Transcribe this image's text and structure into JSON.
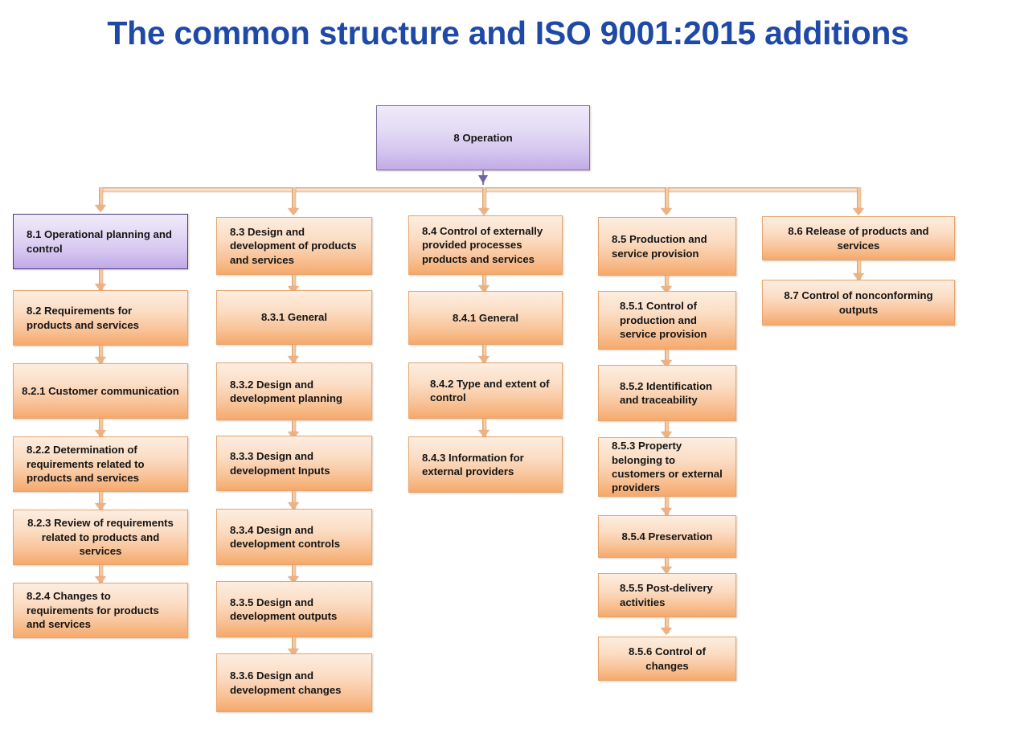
{
  "title": "The common structure and ISO 9001:2015 additions",
  "theme": {
    "title_color": "#1F49A6",
    "box_orange_top": "#FDEDE0",
    "box_orange_bottom": "#F5A96B",
    "box_orange_border": "#E8A56C",
    "box_purple_top": "#F0EBFA",
    "box_purple_bottom": "#C0A9E6",
    "box_purple_border": "#4B3B7A",
    "connector_color": "#EDB183",
    "connector_purple": "#8E82BE"
  },
  "root": {
    "label": "8 Operation"
  },
  "columns": [
    {
      "id": "col-1",
      "nodes": [
        {
          "id": "8.1",
          "label": "8.1 Operational planning and control",
          "style": "purple",
          "align": "left",
          "indent": "indent-sm"
        },
        {
          "id": "8.2",
          "label": "8.2 Requirements for products and services",
          "style": "orange",
          "align": "left",
          "indent": "indent-sm"
        },
        {
          "id": "8.2.1",
          "label": "8.2.1 Customer communication",
          "style": "orange",
          "align": "center",
          "indent": ""
        },
        {
          "id": "8.2.2",
          "label": "8.2.2 Determination of requirements related to products and services",
          "style": "orange",
          "align": "left",
          "indent": "indent-sm"
        },
        {
          "id": "8.2.3",
          "label": "8.2.3 Review of requirements related to products and services",
          "style": "orange",
          "align": "center",
          "indent": ""
        },
        {
          "id": "8.2.4",
          "label": "8.2.4 Changes to requirements for products and services",
          "style": "orange",
          "align": "left",
          "indent": "indent-sm"
        }
      ]
    },
    {
      "id": "col-2",
      "nodes": [
        {
          "id": "8.3",
          "label": "8.3 Design and development of products and services",
          "style": "orange",
          "align": "left",
          "indent": "indent-sm"
        },
        {
          "id": "8.3.1",
          "label": "8.3.1 General",
          "style": "orange",
          "align": "center",
          "indent": ""
        },
        {
          "id": "8.3.2",
          "label": "8.3.2 Design and development planning",
          "style": "orange",
          "align": "left",
          "indent": "indent-sm"
        },
        {
          "id": "8.3.3",
          "label": "8.3.3 Design and development Inputs",
          "style": "orange",
          "align": "left",
          "indent": "indent-sm"
        },
        {
          "id": "8.3.4",
          "label": "8.3.4 Design and development controls",
          "style": "orange",
          "align": "left",
          "indent": "indent-sm"
        },
        {
          "id": "8.3.5",
          "label": "8.3.5 Design and development outputs",
          "style": "orange",
          "align": "left",
          "indent": "indent-sm"
        },
        {
          "id": "8.3.6",
          "label": "8.3.6 Design and development changes",
          "style": "orange",
          "align": "left",
          "indent": "indent-sm"
        }
      ]
    },
    {
      "id": "col-3",
      "nodes": [
        {
          "id": "8.4",
          "label": "8.4 Control of externally provided processes products and services",
          "style": "orange",
          "align": "left",
          "indent": "indent-sm"
        },
        {
          "id": "8.4.1",
          "label": "8.4.1 General",
          "style": "orange",
          "align": "center",
          "indent": ""
        },
        {
          "id": "8.4.2",
          "label": "8.4.2 Type and extent of control",
          "style": "orange",
          "align": "left",
          "indent": "indent"
        },
        {
          "id": "8.4.3",
          "label": "8.4.3 Information for external providers",
          "style": "orange",
          "align": "left",
          "indent": "indent-sm"
        }
      ]
    },
    {
      "id": "col-4",
      "nodes": [
        {
          "id": "8.5",
          "label": "8.5 Production and service provision",
          "style": "orange",
          "align": "left",
          "indent": "indent-sm"
        },
        {
          "id": "8.5.1",
          "label": "8.5.1 Control of production and service provision",
          "style": "orange",
          "align": "left",
          "indent": "indent"
        },
        {
          "id": "8.5.2",
          "label": "8.5.2 Identification and traceability",
          "style": "orange",
          "align": "left",
          "indent": "indent"
        },
        {
          "id": "8.5.3",
          "label": "8.5.3 Property belonging to customers or external providers",
          "style": "orange",
          "align": "left",
          "indent": "indent-sm"
        },
        {
          "id": "8.5.4",
          "label": "8.5.4 Preservation",
          "style": "orange",
          "align": "center",
          "indent": ""
        },
        {
          "id": "8.5.5",
          "label": "8.5.5 Post-delivery activities",
          "style": "orange",
          "align": "left",
          "indent": "indent"
        },
        {
          "id": "8.5.6",
          "label": "8.5.6 Control of changes",
          "style": "orange",
          "align": "center",
          "indent": ""
        }
      ]
    },
    {
      "id": "col-5",
      "nodes": [
        {
          "id": "8.6",
          "label": "8.6 Release of products and services",
          "style": "orange",
          "align": "center",
          "indent": ""
        },
        {
          "id": "8.7",
          "label": "8.7 Control of nonconforming outputs",
          "style": "orange",
          "align": "center",
          "indent": ""
        }
      ]
    }
  ]
}
